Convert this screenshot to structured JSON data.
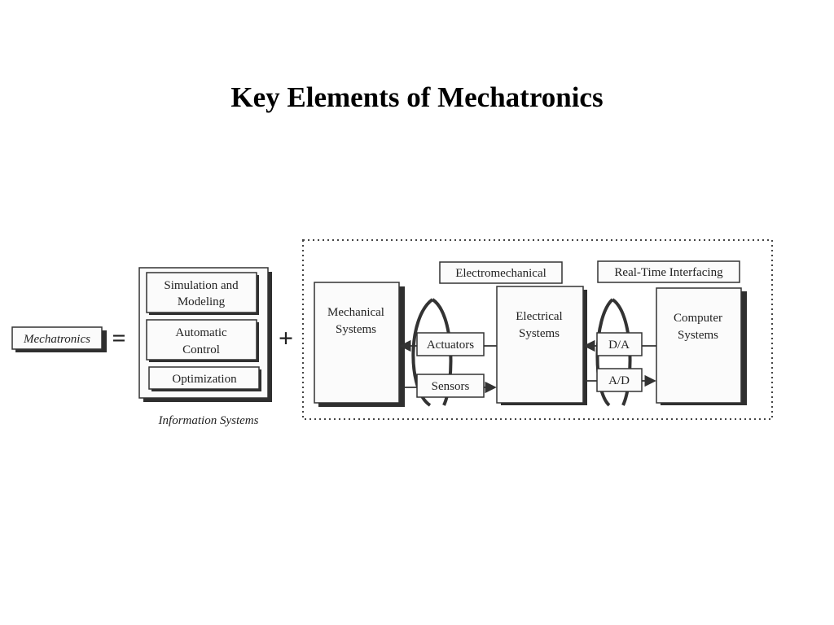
{
  "title": "Key Elements of Mechatronics",
  "diagram": {
    "mechatronics": "Mechatronics",
    "equals": "=",
    "plus": "+",
    "info_items": {
      "simulation_line1": "Simulation and",
      "simulation_line2": "Modeling",
      "automatic_line1": "Automatic",
      "automatic_line2": "Control",
      "optimization": "Optimization"
    },
    "info_caption": "Information Systems",
    "electromechanical": "Electromechanical",
    "realtime": "Real-Time Interfacing",
    "mechanical_line1": "Mechanical",
    "mechanical_line2": "Systems",
    "electrical_line1": "Electrical",
    "electrical_line2": "Systems",
    "computer_line1": "Computer",
    "computer_line2": "Systems",
    "actuators": "Actuators",
    "sensors": "Sensors",
    "da": "D/A",
    "ad": "A/D"
  }
}
